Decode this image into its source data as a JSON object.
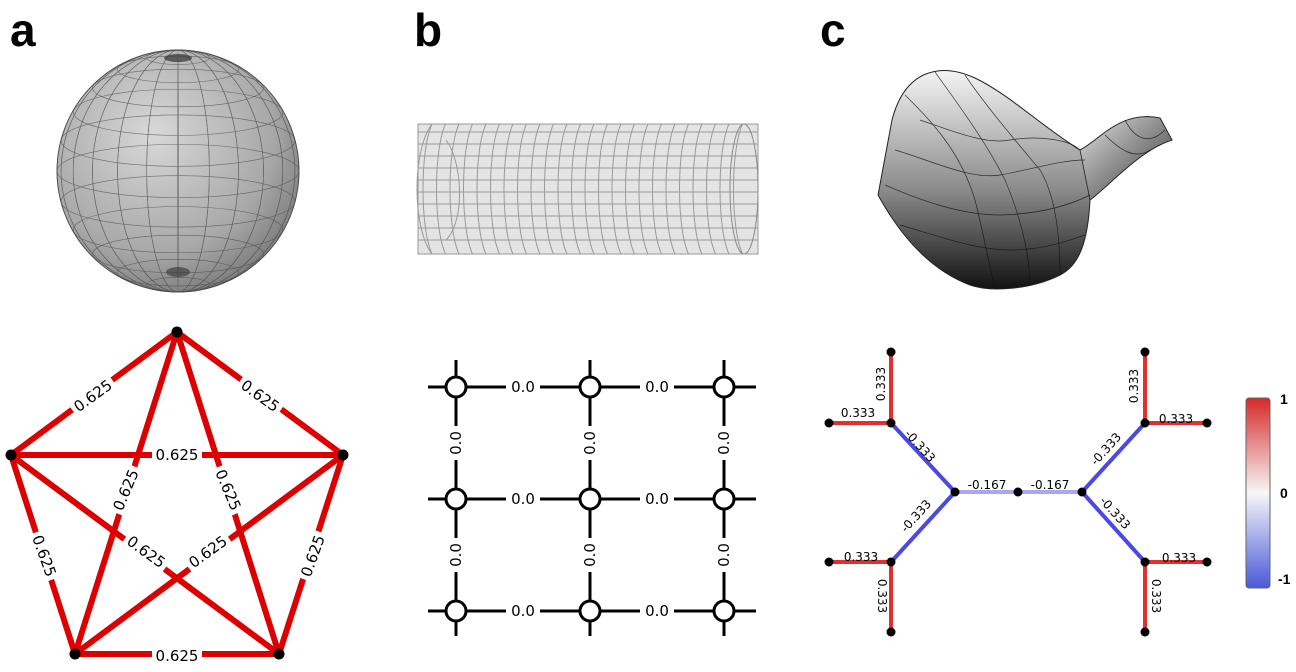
{
  "panels": {
    "a": {
      "label": "a",
      "edge_value": "0.625"
    },
    "b": {
      "label": "b",
      "edge_value": "0.0"
    },
    "c": {
      "label": "c",
      "edge_labels": [
        "0.333",
        "0.333",
        "-0.333",
        "-0.167",
        "-0.167",
        "-0.333",
        "0.333",
        "0.333",
        "-0.333",
        "-0.333",
        "0.333",
        "0.333",
        "0.333",
        "0.333"
      ],
      "colorbar": {
        "max": "1",
        "mid": "0",
        "min": "-1"
      }
    }
  },
  "colors": {
    "positive": "#e03030",
    "negative": "#4a4ae0",
    "weak_negative": "#a8a8f0",
    "red_edge": "#dd0000",
    "black": "#000000"
  }
}
